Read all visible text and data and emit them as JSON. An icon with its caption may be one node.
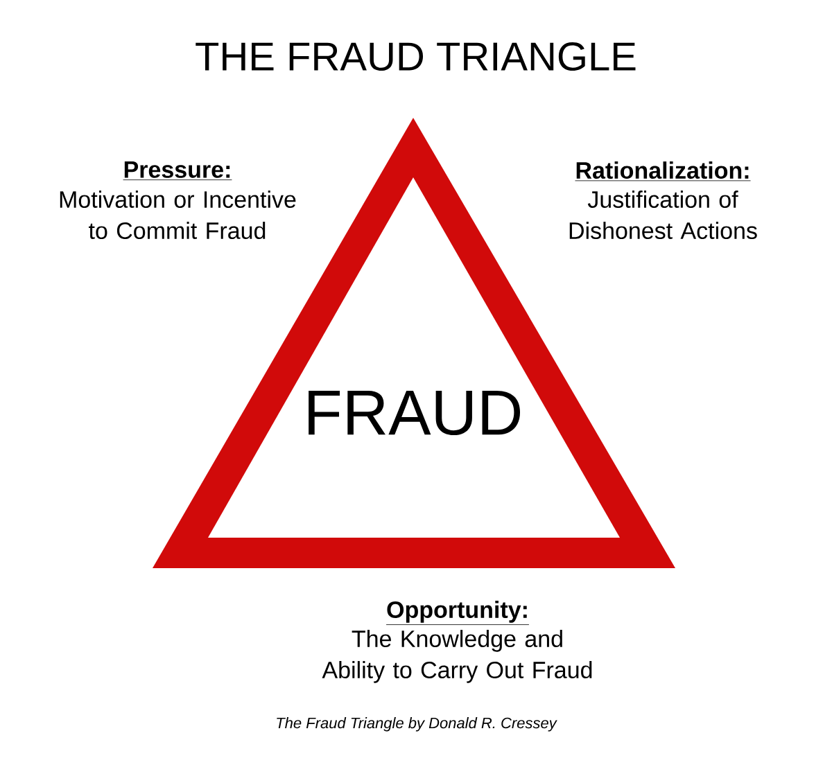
{
  "diagram": {
    "title": "THE FRAUD TRIANGLE",
    "nodes": [
      {
        "text": [
          "FRAUD"
        ]
      }
    ],
    "edges": [],
    "labels": [
      "Pressure:",
      "Motivation or Incentive to Commit Fraud",
      "Rationalization:",
      "Justification of Dishonest Actions",
      "Opportunity:",
      "The Knowledge and Ability to Carry Out Fraud"
    ],
    "caption": "The Fraud Triangle by Donald R. Cressey"
  }
}
